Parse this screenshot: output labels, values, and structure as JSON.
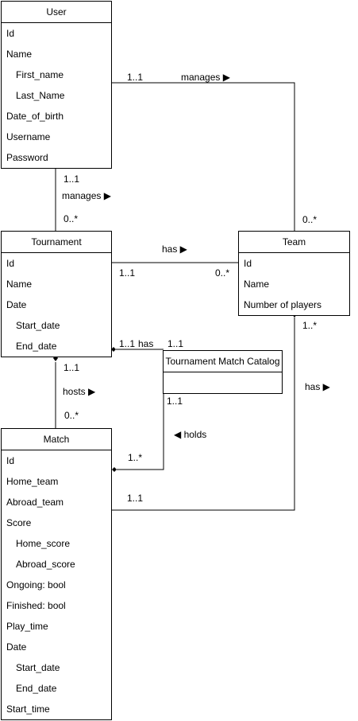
{
  "entities": {
    "user": {
      "title": "User",
      "fields": [
        {
          "text": "Id",
          "sub": false
        },
        {
          "text": "Name",
          "sub": false
        },
        {
          "text": "First_name",
          "sub": true
        },
        {
          "text": "Last_Name",
          "sub": true
        },
        {
          "text": "Date_of_birth",
          "sub": false
        },
        {
          "text": "Username",
          "sub": false
        },
        {
          "text": "Password",
          "sub": false
        }
      ]
    },
    "tournament": {
      "title": "Tournament",
      "fields": [
        {
          "text": "Id",
          "sub": false
        },
        {
          "text": "Name",
          "sub": false
        },
        {
          "text": "Date",
          "sub": false
        },
        {
          "text": "Start_date",
          "sub": true
        },
        {
          "text": "End_date",
          "sub": true
        }
      ]
    },
    "team": {
      "title": "Team",
      "fields": [
        {
          "text": "Id",
          "sub": false
        },
        {
          "text": "Name",
          "sub": false
        },
        {
          "text": "Number of players",
          "sub": false
        }
      ]
    },
    "catalog": {
      "title": "Tournament Match Catalog",
      "fields": []
    },
    "match": {
      "title": "Match",
      "fields": [
        {
          "text": "Id",
          "sub": false
        },
        {
          "text": "Home_team",
          "sub": false
        },
        {
          "text": "Abroad_team",
          "sub": false
        },
        {
          "text": "Score",
          "sub": false
        },
        {
          "text": "Home_score",
          "sub": true
        },
        {
          "text": "Abroad_score",
          "sub": true
        },
        {
          "text": "Ongoing: bool",
          "sub": false
        },
        {
          "text": "Finished: bool",
          "sub": false
        },
        {
          "text": "Play_time",
          "sub": false
        },
        {
          "text": "Date",
          "sub": false
        },
        {
          "text": "Start_date",
          "sub": true
        },
        {
          "text": "End_date",
          "sub": true
        },
        {
          "text": "Start_time",
          "sub": false
        }
      ]
    }
  },
  "relations": {
    "user_team": {
      "label": "manages ▶",
      "mult_user": "1..1",
      "mult_team": "0..*"
    },
    "user_tournament": {
      "label": "manages ▶",
      "mult_user": "1..1",
      "mult_tournament": "0..*"
    },
    "tournament_team": {
      "label": "has ▶",
      "mult_tournament": "1..1",
      "mult_team": "0..*"
    },
    "tournament_catalog": {
      "label": "has",
      "mult_tournament": "1..1",
      "mult_catalog": "1..1"
    },
    "tournament_match": {
      "label": "hosts ▶",
      "mult_tournament": "1..1",
      "mult_match": "0..*"
    },
    "catalog_match": {
      "label": "◀ holds",
      "mult_catalog": "1..1",
      "mult_match": "1..*"
    },
    "team_match": {
      "label": "has ▶",
      "mult_team": "1..*",
      "mult_match": "1..1"
    }
  }
}
